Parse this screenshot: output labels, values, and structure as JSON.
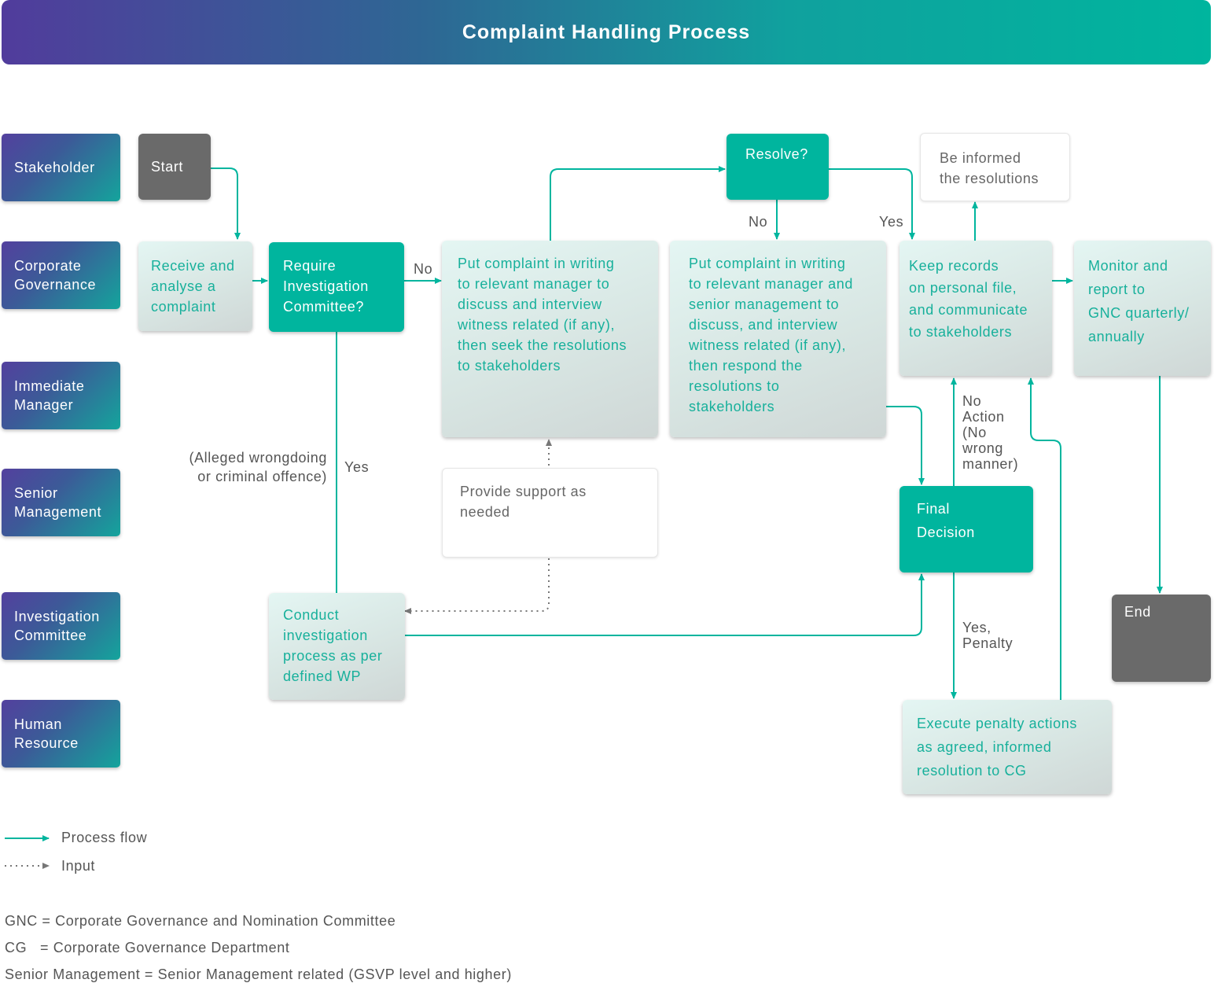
{
  "title": "Complaint Handling Process",
  "lanes": [
    "Stakeholder",
    "Corporate\nGovernance",
    "Immediate\nManager",
    "Senior\nManagement",
    "Investigation\nCommittee",
    "Human\nResource"
  ],
  "nodes": {
    "start": "Start",
    "receive": "Receive and\nanalyse a\ncomplaint",
    "require": "Require\nInvestigation\nCommittee?",
    "put_manager": "Put complaint in writing\nto relevant manager to\ndiscuss and interview\nwitness related (if any),\nthen seek the resolutions\nto stakeholders",
    "resolve": "Resolve?",
    "put_senior": "Put complaint in writing\nto relevant manager and\nsenior management to\ndiscuss, and interview\nwitness related (if any),\nthen respond the\nresolutions to\nstakeholders",
    "be_informed": "Be informed\nthe resolutions",
    "keep_records": "Keep records\non personal file,\nand communicate\nto stakeholders",
    "monitor": "Monitor and\nreport to\nGNC quarterly/\nannually",
    "support": "Provide support as\nneeded",
    "final_decision": "Final\nDecision",
    "conduct": "Conduct\ninvestigation\nprocess as per\ndefined WP",
    "execute": "Execute penalty actions\nas agreed, informed\nresolution to CG",
    "end": "End"
  },
  "edge_labels": {
    "no_require": "No",
    "no_resolve": "No",
    "yes_resolve": "Yes",
    "alleged": "(Alleged wrongdoing\nor criminal offence)",
    "yes_require": "Yes",
    "no_action": "No\nAction\n(No\nwrong\nmanner)",
    "yes_penalty": "Yes,\nPenalty"
  },
  "legend": {
    "process_flow": "Process flow",
    "input": "Input"
  },
  "notes": [
    "GNC = Corporate Governance and Nomination Committee",
    "CG   = Corporate Governance Department",
    "Senior Management = Senior Management related (GSVP level and higher)"
  ],
  "colors": {
    "teal": "#00b59e",
    "purple": "#513c9c",
    "gray": "#6a6a6a",
    "dotted_arrow": "#777777"
  }
}
